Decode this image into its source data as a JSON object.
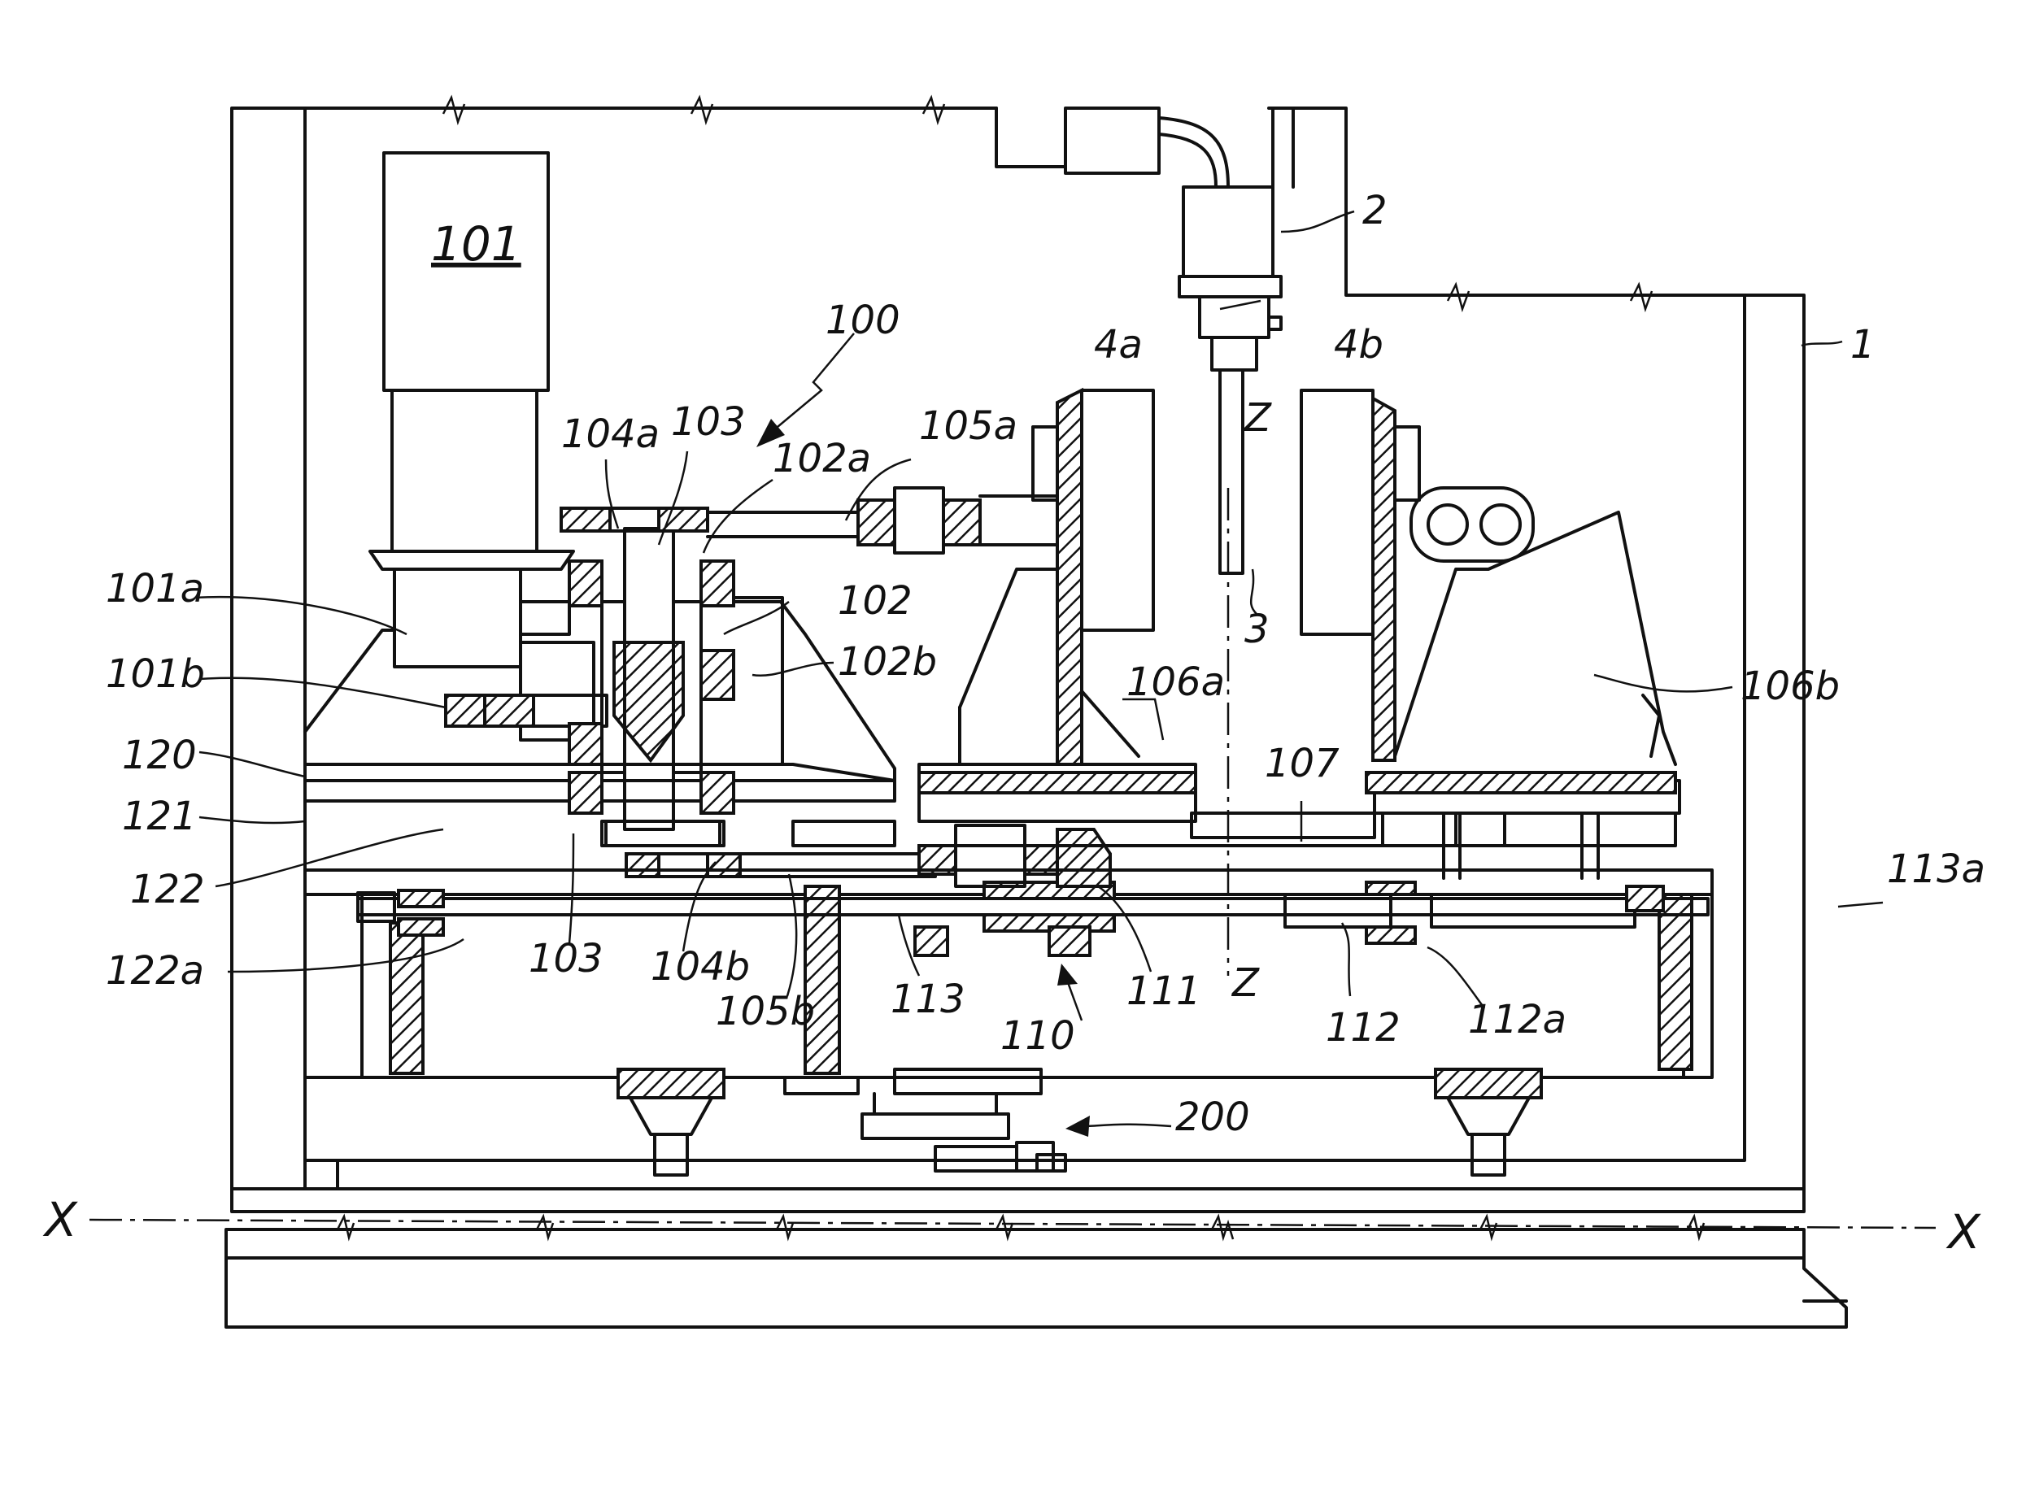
{
  "labels": {
    "frame": "1",
    "head": "2",
    "tool": "3",
    "jaw_a": "4a",
    "jaw_b": "4b",
    "drive_unit": "100",
    "motor": "101",
    "motor_a": "101a",
    "motor_b": "101b",
    "gear": "102",
    "gear_a": "102a",
    "gear_b": "102b",
    "shaft_left": "103",
    "shaft_top": "103",
    "pulley_a": "104a",
    "pulley_b": "104b",
    "belt_a": "105a",
    "belt_b": "105b",
    "plate_a": "106a",
    "plate_b": "106b",
    "slide": "107",
    "screw_assembly": "110",
    "nut": "111",
    "tube": "112",
    "tube_a": "112a",
    "rod": "113",
    "rod_a": "113a",
    "bracket": "120",
    "block": "121",
    "pin": "122",
    "pin_a": "122a",
    "base_unit": "200",
    "axis_z_top": "Z",
    "axis_z_bottom": "Z",
    "axis_x_left": "X",
    "axis_x_right": "X"
  }
}
